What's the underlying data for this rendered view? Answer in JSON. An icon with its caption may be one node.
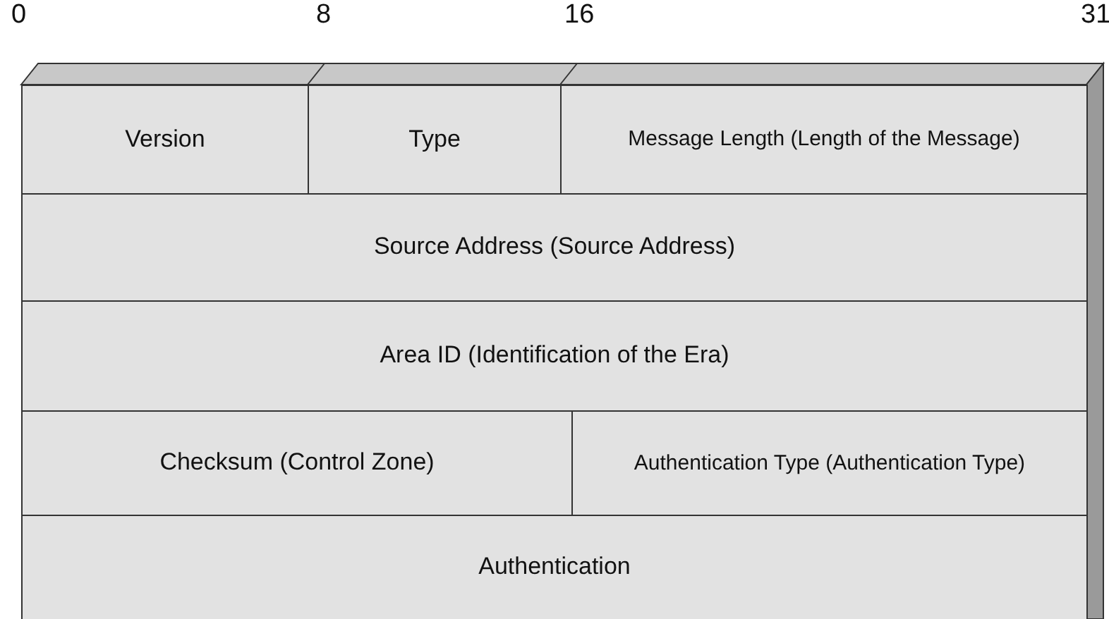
{
  "diagram": {
    "nodes": [
      {
        "text": [
          "Version"
        ]
      },
      {
        "text": [
          "Type"
        ]
      },
      {
        "text": [
          "Message Length (Length of the Message)"
        ]
      },
      {
        "text": [
          "Source Address (Source Address)"
        ]
      },
      {
        "text": [
          "Area ID (Identification of the Era)"
        ]
      },
      {
        "text": [
          "Checksum (Control Zone)"
        ]
      },
      {
        "text": [
          "Authentication Type (Authentication Type)"
        ]
      },
      {
        "text": [
          "Authentication"
        ]
      }
    ],
    "labels": [
      "0",
      "8",
      "16",
      "31"
    ]
  }
}
